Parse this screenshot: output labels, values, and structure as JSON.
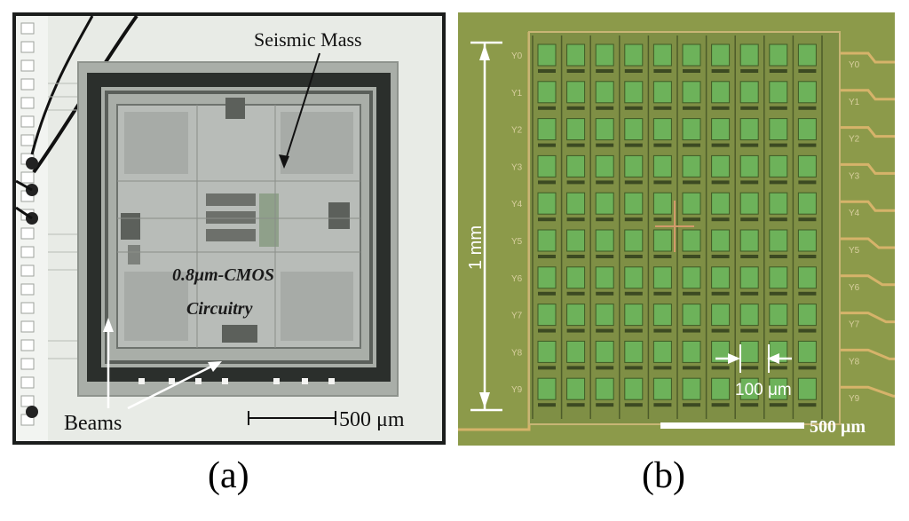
{
  "panel_a": {
    "label_seismic_mass": "Seismic Mass",
    "label_circuit_line1": "0.8μm-CMOS",
    "label_circuit_line2": "Circuitry",
    "label_beams": "Beams",
    "scale_bar_label": "500 μm",
    "caption": "(a)",
    "colors": {
      "die": "#d8dcd6",
      "frame": "#2b2f2c",
      "mass": "#b8bcb8"
    }
  },
  "panel_b": {
    "vertical_scale_label": "1 mm",
    "row_labels_left": [
      "Y0",
      "Y1",
      "Y2",
      "Y3",
      "Y4",
      "Y5",
      "Y6",
      "Y7",
      "Y8",
      "Y9"
    ],
    "row_labels_right": [
      "Y0",
      "Y1",
      "Y2",
      "Y3",
      "Y4",
      "Y5",
      "Y6",
      "Y7",
      "Y8",
      "Y9"
    ],
    "pitch_label": "100 μm",
    "scale_bar_label": "500 μm",
    "caption": "(b)",
    "colors": {
      "background": "#8c9a4a",
      "cell": "#6db25a",
      "trace": "#d6b36a"
    }
  }
}
